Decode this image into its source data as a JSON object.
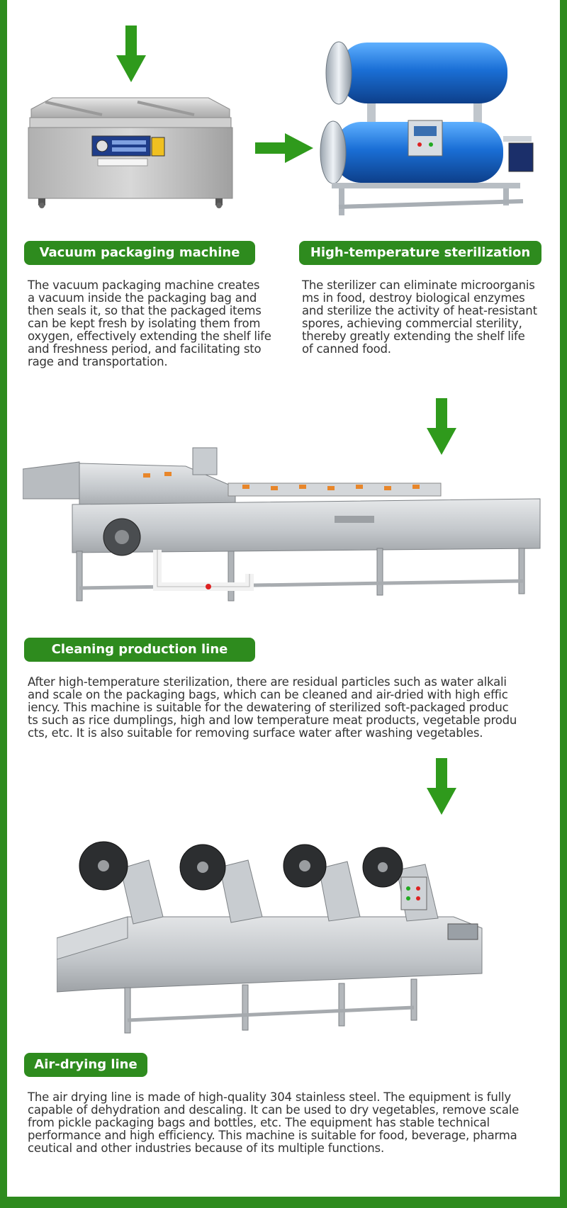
{
  "colors": {
    "brand_green": "#2e8b1e",
    "arrow_green": "#2f9a1c",
    "text": "#333333"
  },
  "sections": {
    "vacuum": {
      "title": "Vacuum packaging machine",
      "text": "The vacuum packaging machine creates\n a vacuum inside the packaging bag and\n then seals it, so that the packaged items\n can be kept fresh by isolating them from\noxygen, effectively extending the shelf life\n and freshness period, and facilitating sto\nrage and transportation."
    },
    "sterilizer": {
      "title": "High-temperature sterilization pot",
      "text": "The sterilizer can eliminate microorganis\nms in food, destroy biological enzymes\nand sterilize the activity of heat-resistant\n spores, achieving commercial sterility,\nthereby greatly extending the shelf life\nof canned food."
    },
    "cleaning": {
      "title": "Cleaning production line",
      "text": "After high-temperature sterilization, there are residual particles such as water alkali\nand scale on the packaging bags, which can be cleaned and air-dried with high effic\niency. This machine is suitable for the dewatering of sterilized soft-packaged produc\nts such as rice dumplings, high and low temperature meat products, vegetable produ\ncts, etc. It is also suitable for removing surface water after washing vegetables."
    },
    "airdrying": {
      "title": "Air-drying line",
      "text": "The air drying line is made of high-quality 304 stainless steel. The equipment is fully\ncapable of dehydration and descaling. It can be used to dry vegetables, remove scale\n from pickle packaging bags and bottles, etc. The equipment has stable technical\nperformance and high efficiency. This machine is suitable for food, beverage, pharma\nceutical and other industries because of its multiple functions."
    }
  }
}
